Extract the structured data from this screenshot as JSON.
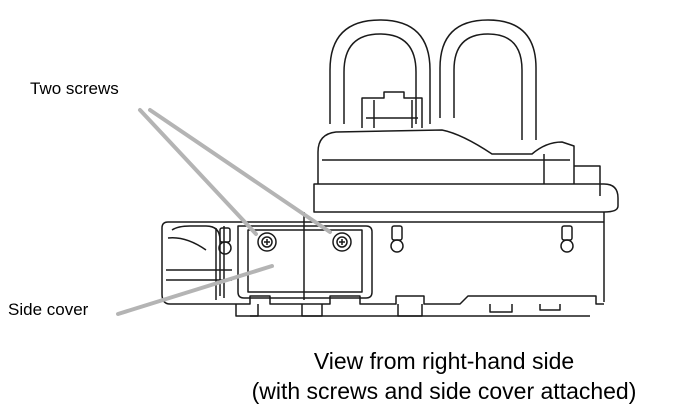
{
  "labels": {
    "screws": "Two screws",
    "side_cover": "Side cover"
  },
  "caption": {
    "line1": "View from right-hand side",
    "line2": "(with screws and side cover attached)"
  },
  "colors": {
    "outline": "#1a1a1a",
    "leader": "#b4b4b4",
    "background": "#ffffff"
  }
}
